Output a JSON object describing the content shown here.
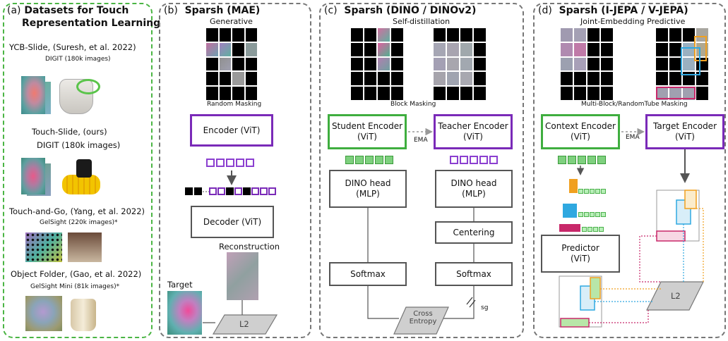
{
  "panel_a": {
    "label": "(a)",
    "title_line1": "Datasets for Touch",
    "title_line2": "Representation Learning",
    "datasets": [
      {
        "name": "YCB-Slide, (Suresh, et al. 2022)",
        "detail": "DIGIT (180k images)"
      },
      {
        "name": "Touch-Slide, (ours)",
        "detail": "DIGIT (180k images)"
      },
      {
        "name": "Touch-and-Go, (Yang, et al. 2022)",
        "detail": "GelSight (220k images)*"
      },
      {
        "name": "Object Folder, (Gao, et al. 2022)",
        "detail": "GelSight Mini (81k images)*"
      }
    ]
  },
  "panel_b": {
    "label": "(b)",
    "title": "Sparsh (MAE)",
    "subtitle": "Generative",
    "masking": "Random Masking",
    "encoder": "Encoder (ViT)",
    "decoder": "Decoder (ViT)",
    "reconstruction": "Reconstruction",
    "target": "Target",
    "loss": "L2"
  },
  "panel_c": {
    "label": "(c)",
    "title": "Sparsh (DINO / DINOv2)",
    "subtitle": "Self-distillation",
    "masking": "Block Masking",
    "student": "Student Encoder\n(ViT)",
    "teacher": "Teacher Encoder\n(ViT)",
    "ema": "EMA",
    "dino_head_student": "DINO head\n(MLP)",
    "dino_head_teacher": "DINO head\n(MLP)",
    "centering": "Centering",
    "softmax_student": "Softmax",
    "softmax_teacher": "Softmax",
    "sg": "sg",
    "loss": "Cross\nEntropy"
  },
  "panel_d": {
    "label": "(d)",
    "title": "Sparsh (I-JEPA / V-JEPA)",
    "subtitle": "Joint-Embedding Predictive",
    "masking": "Multi-Block/RandomTube Masking",
    "context": "Context Encoder\n(ViT)",
    "target_enc": "Target Encoder\n(ViT)",
    "ema": "EMA",
    "predictor": "Predictor\n(ViT)",
    "loss": "L2"
  },
  "colors": {
    "purple": "#7a2ab8",
    "green": "#3fae3f",
    "orange": "#f0a020",
    "blue": "#2fa8e0",
    "magenta": "#c8286a",
    "panel_a_border": "#4bb544"
  }
}
